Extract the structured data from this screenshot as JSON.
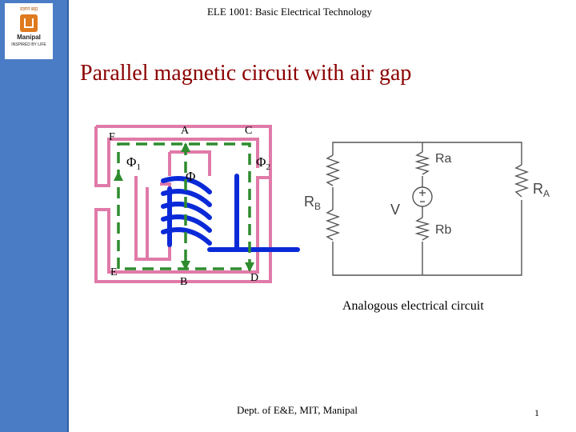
{
  "logo": {
    "top_text": "प्रज्ञानं ब्रह्म",
    "name": "Manipal",
    "tagline": "INSPIRED BY LIFE"
  },
  "header": {
    "course": "ELE 1001: Basic Electrical Technology"
  },
  "slide": {
    "title": "Parallel magnetic circuit with air gap"
  },
  "magnetic_circuit": {
    "labels": {
      "A": "A",
      "B": "B",
      "C": "C",
      "D": "D",
      "E": "E",
      "F": "F"
    },
    "flux_left": {
      "symbol": "Φ",
      "subscript": "1"
    },
    "flux_center": {
      "symbol": "Φ"
    },
    "flux_right": {
      "symbol": "Φ",
      "subscript": "2"
    },
    "colors": {
      "core": "#e07aa8",
      "flux_path": "#2e8b2e",
      "coil": "#0a2ad8"
    }
  },
  "electrical_circuit": {
    "ra": "Ra",
    "rb": "Rb",
    "r_b": {
      "base": "R",
      "subscript": "B"
    },
    "r_a": {
      "base": "R",
      "subscript": "A"
    },
    "source": "V"
  },
  "caption": "Analogous electrical circuit",
  "footer": {
    "dept": "Dept. of E&E, MIT, Manipal",
    "page": "1"
  }
}
